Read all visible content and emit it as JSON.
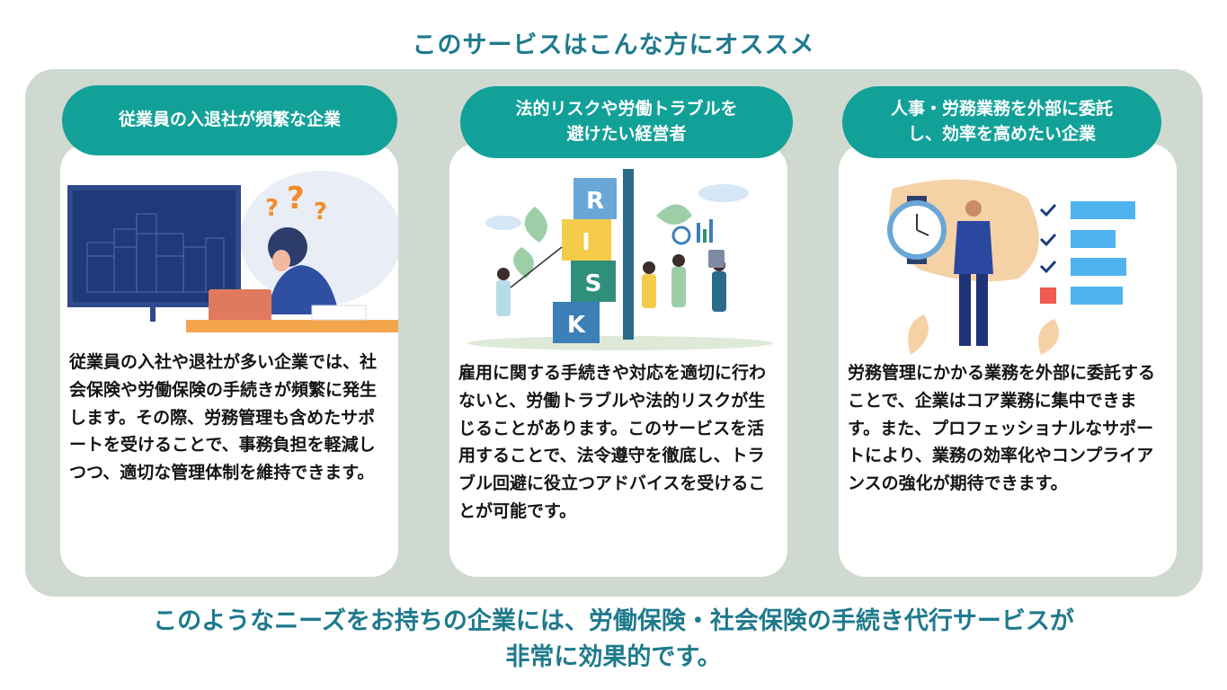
{
  "heading": "このサービスはこんな方にオススメ",
  "cards": [
    {
      "title": "従業員の入退社が頻繁な企業",
      "body": "従業員の入社や退社が多い企業では、社会保険や労働保険の手続きが頻繁に発生します。その際、労務管理も含めたサポートを受けることで、事務負担を軽減しつつ、適切な管理体制を維持できます。"
    },
    {
      "title_line1": "法的リスクや労働トラブルを",
      "title_line2": "避けたい経営者",
      "risk_letters": [
        "R",
        "I",
        "S",
        "K"
      ],
      "body": "雇用に関する手続きや対応を適切に行わないと、労働トラブルや法的リスクが生じることがあります。このサービスを活用することで、法令遵守を徹底し、トラブル回避に役立つアドバイスを受けることが可能です。"
    },
    {
      "title_line1": "人事・労務業務を外部に委託",
      "title_line2": "し、効率を高めたい企業",
      "body": "労務管理にかかる業務を外部に委託することで、企業はコア業務に集中できます。また、プロフェッショナルなサポートにより、業務の効率化やコンプライアンスの強化が期待できます。"
    }
  ],
  "footer": {
    "line1": "このようなニーズをお持ちの企業には、労働保険・社会保険の手続き代行サービスが",
    "line2": "非常に効果的です。"
  },
  "colors": {
    "accent": "#12a198",
    "heading": "#1f7a8c",
    "panel": "#cfd9cf"
  }
}
